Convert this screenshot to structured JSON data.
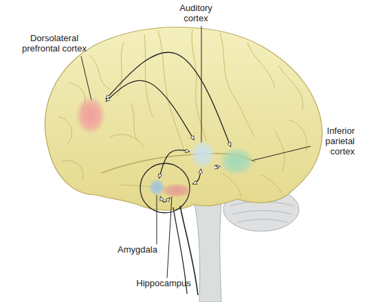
{
  "diagram": {
    "nodes": [
      {
        "text": [
          "Dorsolateral prefrontal cortex"
        ]
      },
      {
        "text": [
          "Auditory cortex"
        ]
      },
      {
        "text": [
          "Inferior parietal cortex"
        ]
      },
      {
        "text": [
          "Amygdala"
        ]
      },
      {
        "text": [
          "Hippocampus"
        ]
      }
    ],
    "edges": [
      {
        "from": 0,
        "to": 1,
        "arrow": "both"
      },
      {
        "from": 0,
        "to": 2,
        "arrow": "both"
      },
      {
        "from": 1,
        "to": 2,
        "arrow": "both"
      },
      {
        "from": 3,
        "to": 1,
        "arrow": "both"
      },
      {
        "from": 4,
        "to": 1,
        "arrow": "both"
      },
      {
        "from": 3,
        "to": 4,
        "arrow": "both"
      }
    ]
  }
}
